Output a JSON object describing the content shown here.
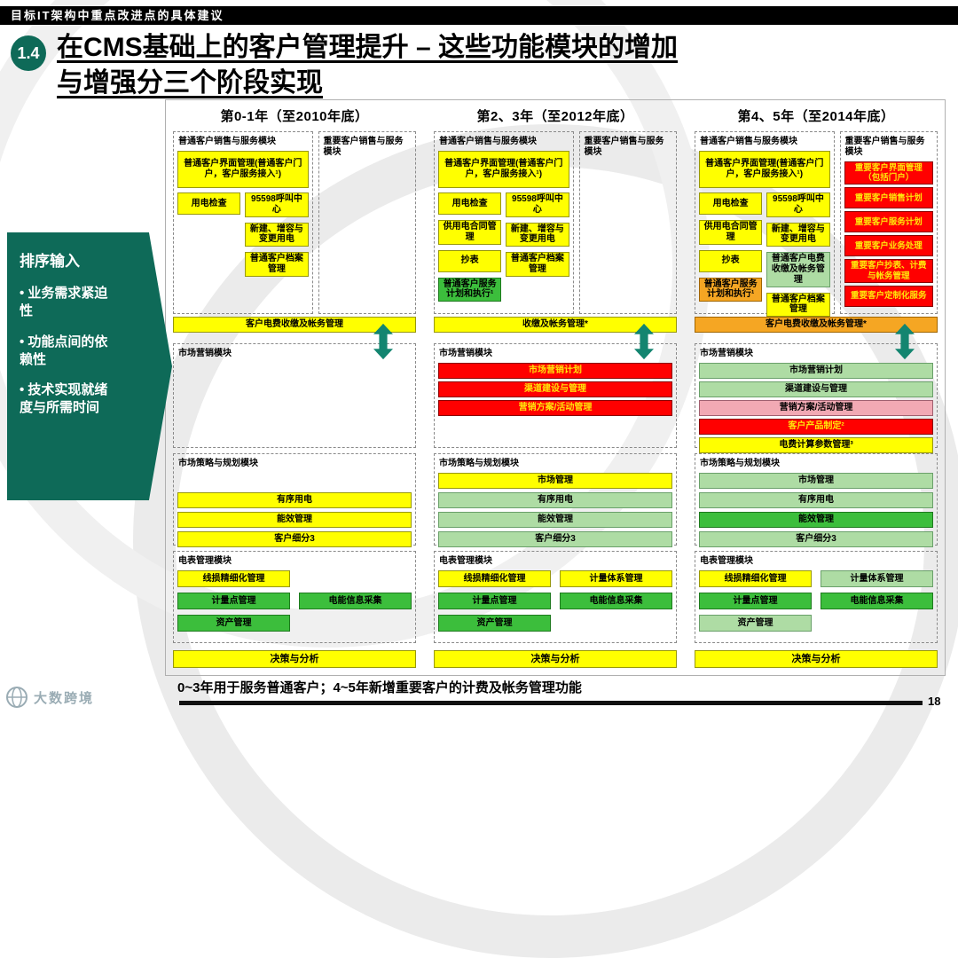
{
  "page": {
    "eyebrow": "目标IT架构中重点改进点的具体建议",
    "badge": "1.4",
    "title_line1": "在CMS基础上的客户管理提升 – 这些功能模块的增加",
    "title_line2": "与增强分三个阶段实现",
    "footnote": "0~3年用于服务普通客户；4~5年新增重要客户的计费及帐务管理功能",
    "page_number": "18",
    "watermark": "大数跨境"
  },
  "sidebar": {
    "title": "排序输入",
    "bullets": [
      "业务需求紧迫性",
      "功能点间的依赖性",
      "技术实现就绪度与所需时间"
    ]
  },
  "palette": {
    "yellow": "#FFFF00",
    "green": "#3CBE3C",
    "lightgreen": "#AEDCA4",
    "red": "#FF0000",
    "orange": "#F5A623",
    "pink": "#F2A9B4",
    "teal": "#0E6A58",
    "arrow": "#138570",
    "red_text": "#FFE60A"
  },
  "columns": [
    {
      "header": "第0-1年（至2010年底）",
      "sales": {
        "left_title": "普通客户销售与服务模块",
        "right_title": "重要客户销售与服务模块",
        "left_top": {
          "label": "普通客户界面管理(普通客户门户，客户服务接入¹)",
          "color": "yellow"
        },
        "left_a": [
          {
            "label": "用电检查",
            "color": "yellow"
          }
        ],
        "left_b": [
          {
            "label": "95598呼叫中心",
            "color": "yellow"
          },
          {
            "label": "新建、增容与变更用电",
            "color": "yellow"
          },
          {
            "label": "普通客户档案管理",
            "color": "yellow"
          }
        ],
        "right_boxes": [],
        "bottom": {
          "label": "客户电费收缴及帐务管理",
          "color": "yellow"
        }
      },
      "marketing": {
        "title": "市场营销模块",
        "rows": []
      },
      "strategy": {
        "title": "市场策略与规划模块",
        "rows": [
          null,
          {
            "label": "有序用电",
            "color": "yellow"
          },
          {
            "label": "能效管理",
            "color": "yellow"
          },
          {
            "label": "客户细分3",
            "color": "yellow"
          }
        ]
      },
      "meter": {
        "title": "电表管理模块",
        "rows": [
          [
            {
              "label": "线损精细化管理",
              "color": "yellow"
            },
            null
          ],
          [
            {
              "label": "计量点管理",
              "color": "green"
            },
            {
              "label": "电能信息采集",
              "color": "green"
            }
          ],
          [
            {
              "label": "资产管理",
              "color": "green"
            },
            null
          ]
        ]
      },
      "decision": {
        "label": "决策与分析",
        "color": "yellow"
      }
    },
    {
      "header": "第2、3年（至2012年底）",
      "sales": {
        "left_title": "普通客户销售与服务模块",
        "right_title": "重要客户销售与服务模块",
        "left_top": {
          "label": "普通客户界面管理(普通客户门户，客户服务接入¹)",
          "color": "yellow"
        },
        "left_a": [
          {
            "label": "用电检查",
            "color": "yellow"
          },
          {
            "label": "供用电合同管理",
            "color": "yellow"
          },
          {
            "label": "抄表",
            "color": "yellow"
          },
          {
            "label": "普通客户服务计划和执行¹",
            "color": "green"
          }
        ],
        "left_b": [
          {
            "label": "95598呼叫中心",
            "color": "yellow"
          },
          {
            "label": "新建、增容与变更用电",
            "color": "yellow"
          },
          {
            "label": "普通客户档案管理",
            "color": "yellow"
          }
        ],
        "right_boxes": [],
        "bottom": {
          "label": "收缴及帐务管理*",
          "color": "yellow"
        }
      },
      "marketing": {
        "title": "市场营销模块",
        "rows": [
          {
            "label": "市场营销计划",
            "color": "red"
          },
          {
            "label": "渠道建设与管理",
            "color": "red"
          },
          {
            "label": "营销方案/活动管理",
            "color": "red"
          }
        ]
      },
      "strategy": {
        "title": "市场策略与规划模块",
        "rows": [
          {
            "label": "市场管理",
            "color": "yellow"
          },
          {
            "label": "有序用电",
            "color": "lightgreen"
          },
          {
            "label": "能效管理",
            "color": "lightgreen"
          },
          {
            "label": "客户细分3",
            "color": "lightgreen"
          }
        ]
      },
      "meter": {
        "title": "电表管理模块",
        "rows": [
          [
            {
              "label": "线损精细化管理",
              "color": "yellow"
            },
            {
              "label": "计量体系管理",
              "color": "yellow"
            }
          ],
          [
            {
              "label": "计量点管理",
              "color": "green"
            },
            {
              "label": "电能信息采集",
              "color": "green"
            }
          ],
          [
            {
              "label": "资产管理",
              "color": "green"
            },
            null
          ]
        ]
      },
      "decision": {
        "label": "决策与分析",
        "color": "yellow"
      }
    },
    {
      "header": "第4、5年（至2014年底）",
      "sales": {
        "left_title": "普通客户销售与服务模块",
        "right_title": "重要客户销售与服务模块",
        "left_top": {
          "label": "普通客户界面管理(普通客户门户，客户服务接入¹)",
          "color": "yellow"
        },
        "left_a": [
          {
            "label": "用电检查",
            "color": "yellow"
          },
          {
            "label": "供用电合同管理",
            "color": "yellow"
          },
          {
            "label": "抄表",
            "color": "yellow"
          },
          {
            "label": "普通客户服务计划和执行¹",
            "color": "orange"
          }
        ],
        "left_b": [
          {
            "label": "95598呼叫中心",
            "color": "yellow"
          },
          {
            "label": "新建、增容与变更用电",
            "color": "yellow"
          },
          {
            "label": "普通客户电费收缴及帐务管理",
            "color": "lightgreen"
          },
          {
            "label": "普通客户档案管理",
            "color": "yellow"
          }
        ],
        "right_boxes": [
          {
            "label": "重要客户界面管理（包括门户）",
            "color": "red"
          },
          {
            "label": "重要客户销售计划",
            "color": "red"
          },
          {
            "label": "重要客户服务计划",
            "color": "red"
          },
          {
            "label": "重要客户业务处理",
            "color": "red"
          },
          {
            "label": "重要客户抄表、计费与帐务管理",
            "color": "red"
          },
          {
            "label": "重要客户定制化服务",
            "color": "red"
          }
        ],
        "bottom": {
          "label": "客户电费收缴及帐务管理*",
          "color": "orange"
        }
      },
      "marketing": {
        "title": "市场营销模块",
        "rows": [
          {
            "label": "市场营销计划",
            "color": "lightgreen"
          },
          {
            "label": "渠道建设与管理",
            "color": "lightgreen"
          },
          {
            "label": "营销方案/活动管理",
            "color": "pink"
          },
          {
            "label": "客户产品制定²",
            "color": "red"
          },
          {
            "label": "电费计算参数管理³",
            "color": "yellow"
          }
        ]
      },
      "strategy": {
        "title": "市场策略与规划模块",
        "rows": [
          {
            "label": "市场管理",
            "color": "lightgreen"
          },
          {
            "label": "有序用电",
            "color": "lightgreen"
          },
          {
            "label": "能效管理",
            "color": "green"
          },
          {
            "label": "客户细分3",
            "color": "lightgreen"
          }
        ]
      },
      "meter": {
        "title": "电表管理模块",
        "rows": [
          [
            {
              "label": "线损精细化管理",
              "color": "yellow"
            },
            {
              "label": "计量体系管理",
              "color": "lightgreen"
            }
          ],
          [
            {
              "label": "计量点管理",
              "color": "green"
            },
            {
              "label": "电能信息采集",
              "color": "green"
            }
          ],
          [
            {
              "label": "资产管理",
              "color": "lightgreen"
            },
            null
          ]
        ]
      },
      "decision": {
        "label": "决策与分析",
        "color": "yellow"
      }
    }
  ]
}
